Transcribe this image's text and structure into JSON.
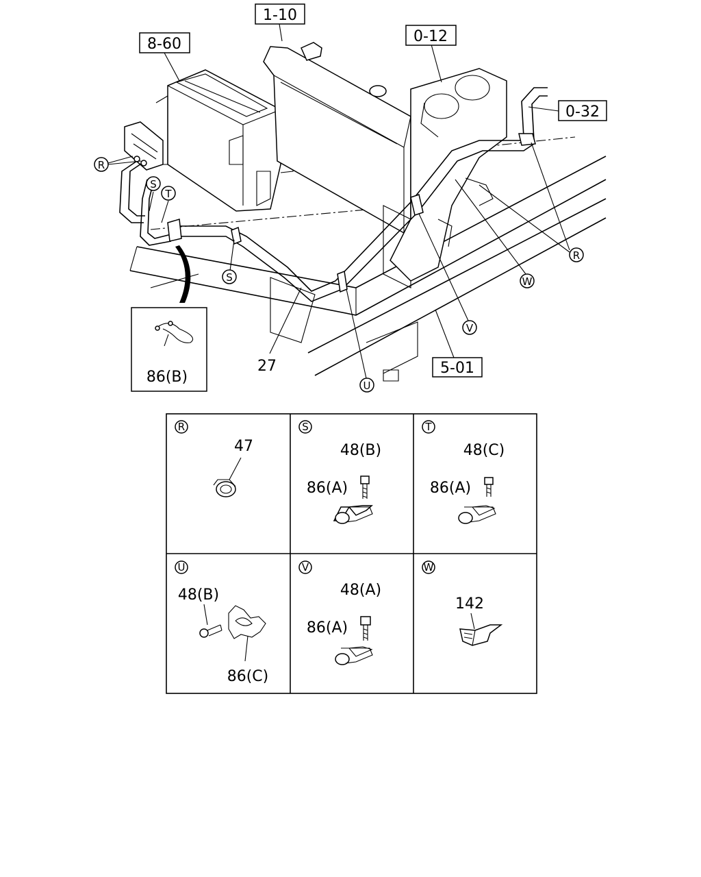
{
  "main_diagram": {
    "ref_boxes": {
      "r1": "1-10",
      "r2": "8-60",
      "r3": "0-12",
      "r4": "0-32",
      "r5": "5-01"
    },
    "part_labels": {
      "hose": "27",
      "clip_b": "86(B)"
    },
    "callouts": {
      "r_left": "R",
      "s_top": "S",
      "t_top": "T",
      "s_bottom": "S",
      "r_right": "R",
      "w": "W",
      "v": "V",
      "u": "U"
    }
  },
  "detail_grid": {
    "cells": [
      {
        "letter": "R",
        "labels": [
          "47"
        ]
      },
      {
        "letter": "S",
        "labels": [
          "48(B)",
          "86(A)"
        ]
      },
      {
        "letter": "T",
        "labels": [
          "48(C)",
          "86(A)"
        ]
      },
      {
        "letter": "U",
        "labels": [
          "48(B)",
          "86(C)"
        ]
      },
      {
        "letter": "V",
        "labels": [
          "48(A)",
          "86(A)"
        ]
      },
      {
        "letter": "W",
        "labels": [
          "142"
        ]
      }
    ]
  }
}
